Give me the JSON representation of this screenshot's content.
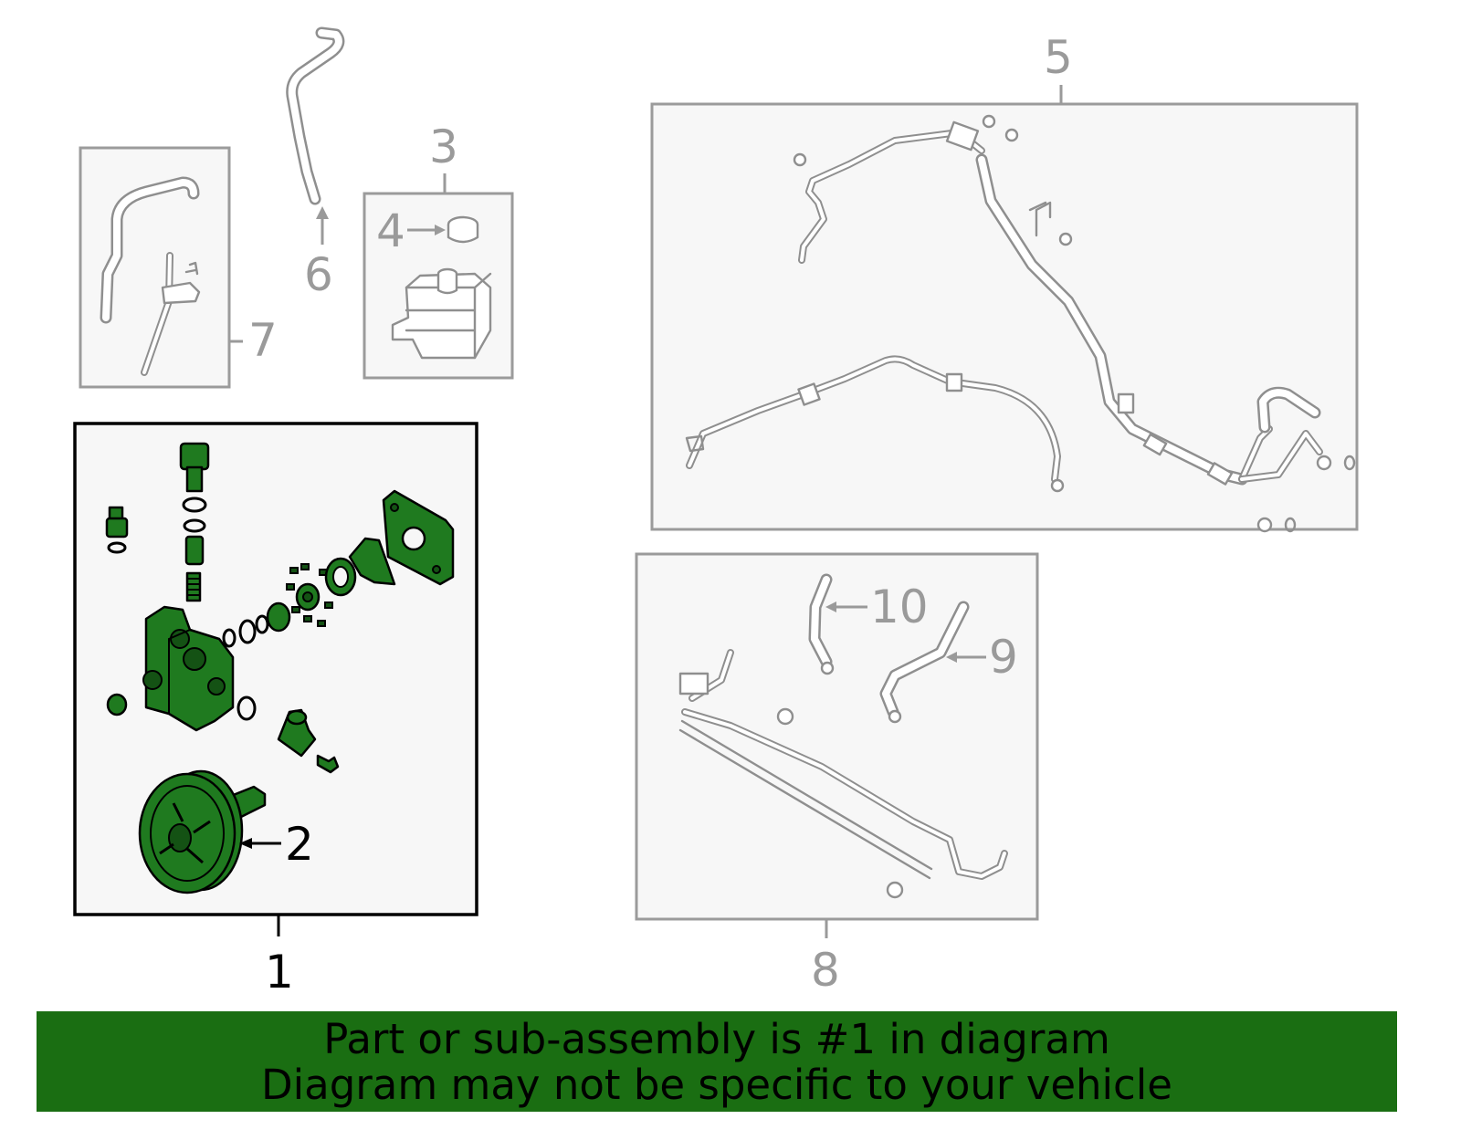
{
  "callouts": {
    "c1": "1",
    "c2": "2",
    "c3": "3",
    "c4": "4",
    "c5": "5",
    "c6": "6",
    "c7": "7",
    "c8": "8",
    "c9": "9",
    "c10": "10"
  },
  "banner": {
    "line1": "Part or sub-assembly is #1 in diagram",
    "line2": "Diagram may not be specific to your vehicle",
    "color": "#1a6e12"
  },
  "colors": {
    "highlight_part": "#1f7a1f",
    "other_parts": "#8f8f8f"
  }
}
